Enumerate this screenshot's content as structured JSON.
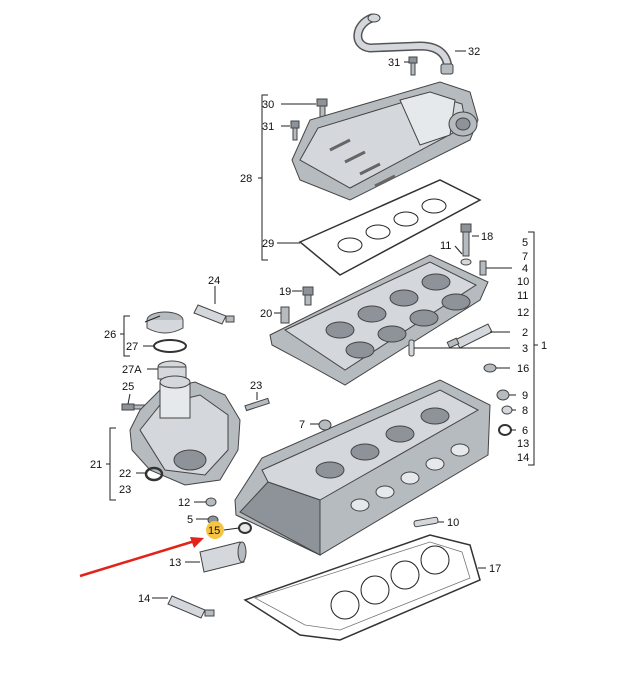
{
  "labels": [
    {
      "id": "32",
      "text": "32"
    },
    {
      "id": "31a",
      "text": "31"
    },
    {
      "id": "30",
      "text": "30"
    },
    {
      "id": "31b",
      "text": "31"
    },
    {
      "id": "28",
      "text": "28"
    },
    {
      "id": "29",
      "text": "29"
    },
    {
      "id": "11a",
      "text": "11"
    },
    {
      "id": "18",
      "text": "18"
    },
    {
      "id": "r5",
      "text": "5"
    },
    {
      "id": "r7",
      "text": "7"
    },
    {
      "id": "r4",
      "text": "4"
    },
    {
      "id": "r10",
      "text": "10"
    },
    {
      "id": "r11",
      "text": "11"
    },
    {
      "id": "r12",
      "text": "12"
    },
    {
      "id": "19",
      "text": "19"
    },
    {
      "id": "24",
      "text": "24"
    },
    {
      "id": "20",
      "text": "20"
    },
    {
      "id": "26",
      "text": "26"
    },
    {
      "id": "27",
      "text": "27"
    },
    {
      "id": "r2",
      "text": "2"
    },
    {
      "id": "r3",
      "text": "3"
    },
    {
      "id": "r1",
      "text": "1"
    },
    {
      "id": "27A",
      "text": "27A"
    },
    {
      "id": "16",
      "text": "16"
    },
    {
      "id": "25",
      "text": "25"
    },
    {
      "id": "23a",
      "text": "23"
    },
    {
      "id": "r9",
      "text": "9"
    },
    {
      "id": "r8",
      "text": "8"
    },
    {
      "id": "r6",
      "text": "6"
    },
    {
      "id": "7",
      "text": "7"
    },
    {
      "id": "r13",
      "text": "13"
    },
    {
      "id": "r14",
      "text": "14"
    },
    {
      "id": "21",
      "text": "21"
    },
    {
      "id": "22",
      "text": "22"
    },
    {
      "id": "23b",
      "text": "23"
    },
    {
      "id": "12",
      "text": "12"
    },
    {
      "id": "5",
      "text": "5"
    },
    {
      "id": "15",
      "text": "15"
    },
    {
      "id": "10",
      "text": "10"
    },
    {
      "id": "13",
      "text": "13"
    },
    {
      "id": "17",
      "text": "17"
    },
    {
      "id": "14",
      "text": "14"
    }
  ],
  "colors": {
    "arrow": "#e2231a",
    "highlight": "#f5c542",
    "line": "#222222"
  }
}
